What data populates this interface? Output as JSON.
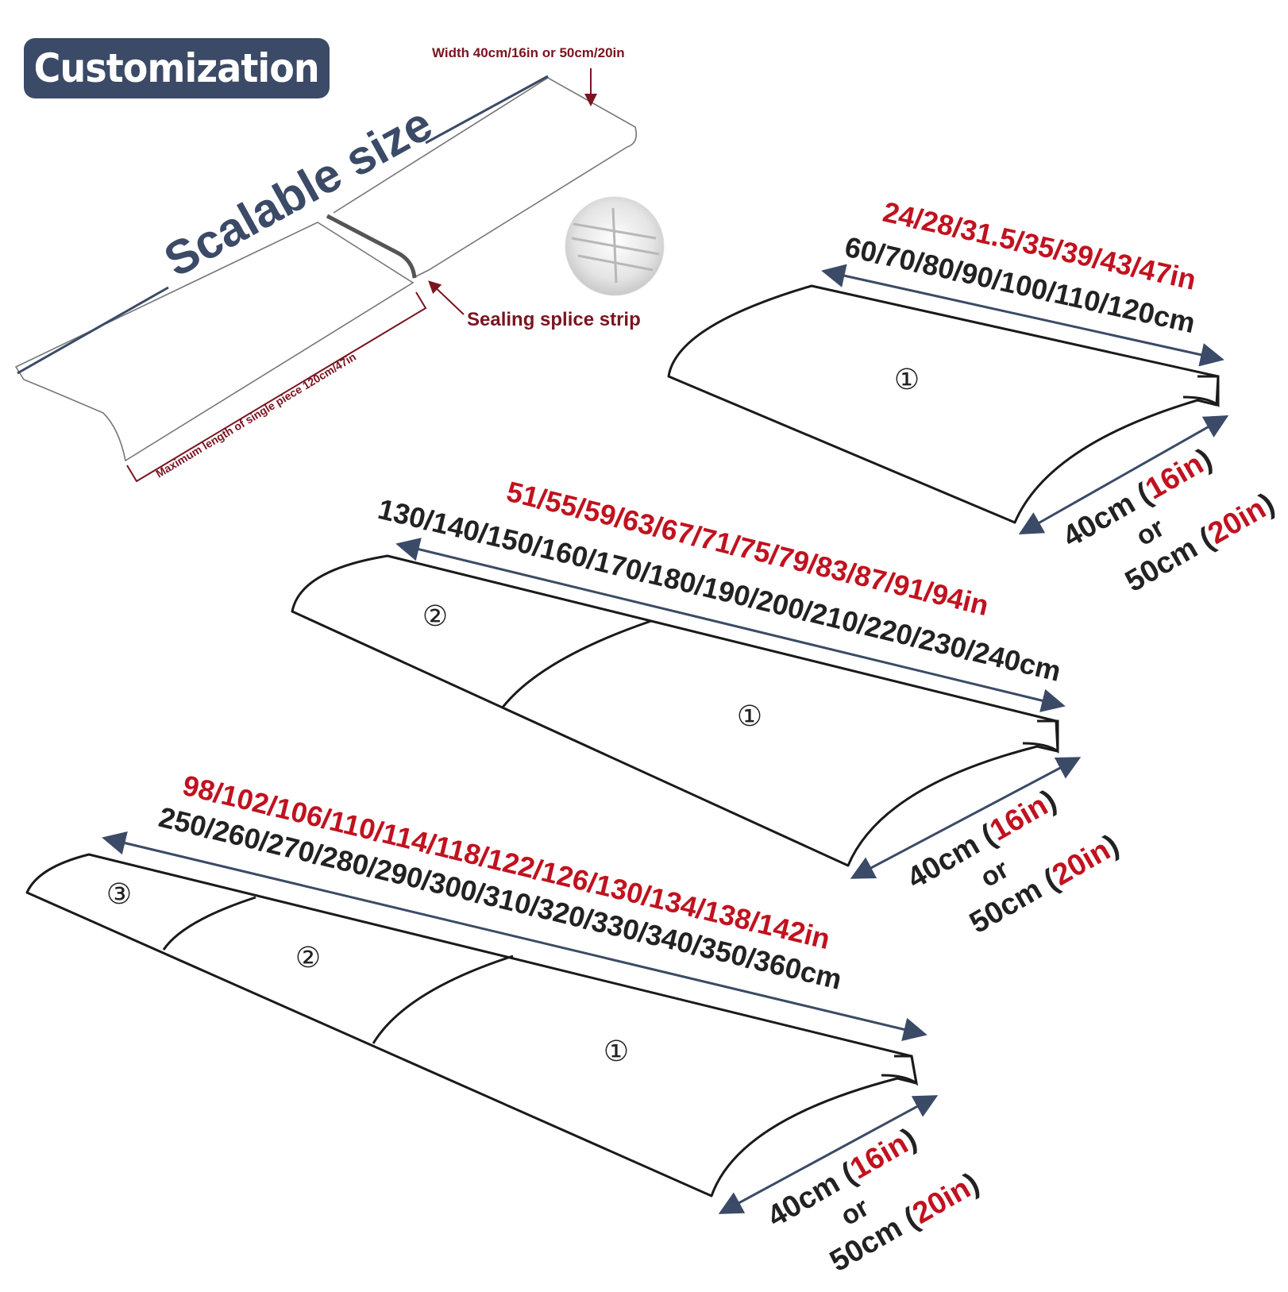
{
  "badge": {
    "label": "Customization"
  },
  "intro": {
    "scalable_label": "Scalable size",
    "width_note": "Width 40cm/16in or 50cm/20in",
    "splice_label": "Sealing splice strip",
    "max_length_note": "Maximum length of single piece 120cm/47in"
  },
  "panels": [
    {
      "inches": "24/28/31.5/35/39/43/47in",
      "cm": "60/70/80/90/100/110/120cm",
      "pieces": [
        "①"
      ],
      "width": {
        "opt1_cm": "40cm",
        "opt1_in": "16in",
        "or": "or",
        "opt2_cm": "50cm",
        "opt2_in": "20in"
      }
    },
    {
      "inches": "51/55/59/63/67/71/75/79/83/87/91/94in",
      "cm": "130/140/150/160/170/180/190/200/210/220/230/240cm",
      "pieces": [
        "②",
        "①"
      ],
      "width": {
        "opt1_cm": "40cm",
        "opt1_in": "16in",
        "or": "or",
        "opt2_cm": "50cm",
        "opt2_in": "20in"
      }
    },
    {
      "inches": "98/102/106/110/114/118/122/126/130/134/138/142in",
      "cm": "250/260/270/280/290/300/310/320/330/340/350/360cm",
      "pieces": [
        "③",
        "②",
        "①"
      ],
      "width": {
        "opt1_cm": "40cm",
        "opt1_in": "16in",
        "or": "or",
        "opt2_cm": "50cm",
        "opt2_in": "20in"
      }
    }
  ],
  "colors": {
    "accent_red": "#c1121f",
    "navy": "#3b4a66",
    "dark_red": "#7a1420",
    "ink": "#222222"
  }
}
